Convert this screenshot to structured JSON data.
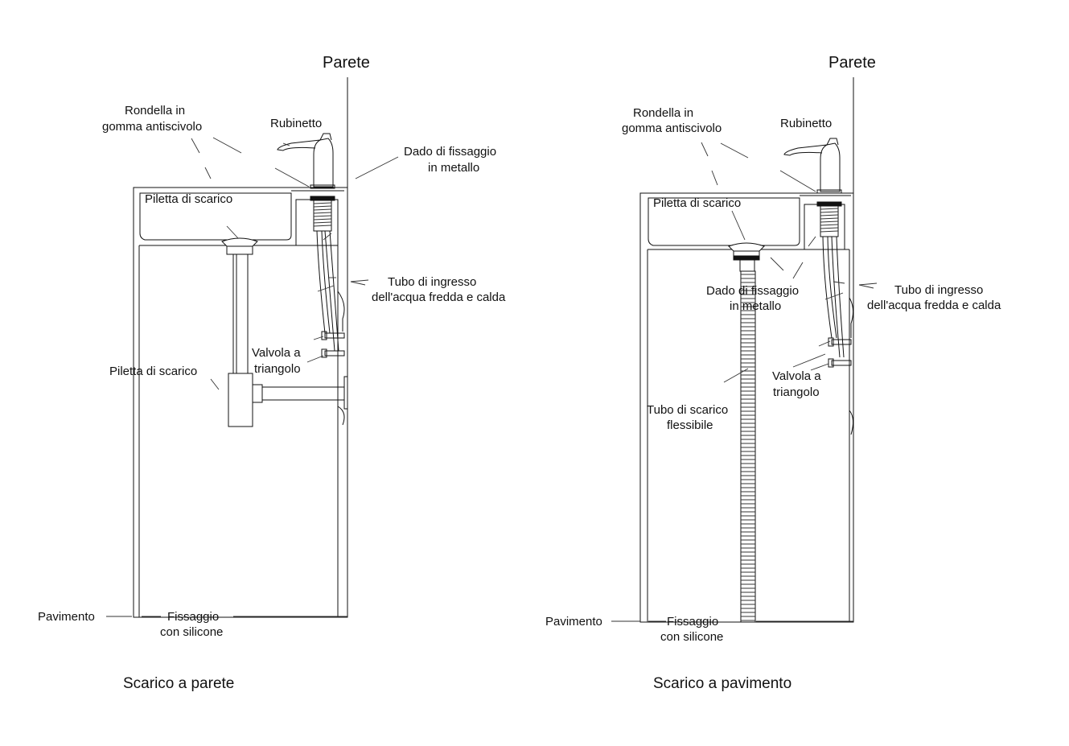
{
  "wall_drain": {
    "wall": "Parete",
    "washer": [
      "Rondella in",
      "gomma antiscivolo"
    ],
    "tap": "Rubinetto",
    "fixing_nut": [
      "Dado di fissaggio",
      "in metallo"
    ],
    "drain_top": "Piletta di scarico",
    "inlet_pipe": [
      "Tubo di ingresso",
      "dell'acqua fredda e calda"
    ],
    "valve": [
      "Valvola a",
      "triangolo"
    ],
    "drain_bottom": "Piletta di scarico",
    "floor": "Pavimento",
    "silicone": [
      "Fissaggio",
      "con silicone"
    ],
    "caption": "Scarico a parete"
  },
  "floor_drain": {
    "wall": "Parete",
    "washer": [
      "Rondella in",
      "gomma antiscivolo"
    ],
    "tap": "Rubinetto",
    "drain_top": "Piletta di scarico",
    "fixing_nut": [
      "Dado di fissaggio",
      "in metallo"
    ],
    "inlet_pipe": [
      "Tubo di ingresso",
      "dell'acqua fredda e calda"
    ],
    "valve": [
      "Valvola a",
      "triangolo"
    ],
    "flex_pipe": [
      "Tubo di scarico",
      "flessibile"
    ],
    "floor": "Pavimento",
    "silicone": [
      "Fissaggio",
      "con silicone"
    ],
    "caption": "Scarico a pavimento"
  }
}
